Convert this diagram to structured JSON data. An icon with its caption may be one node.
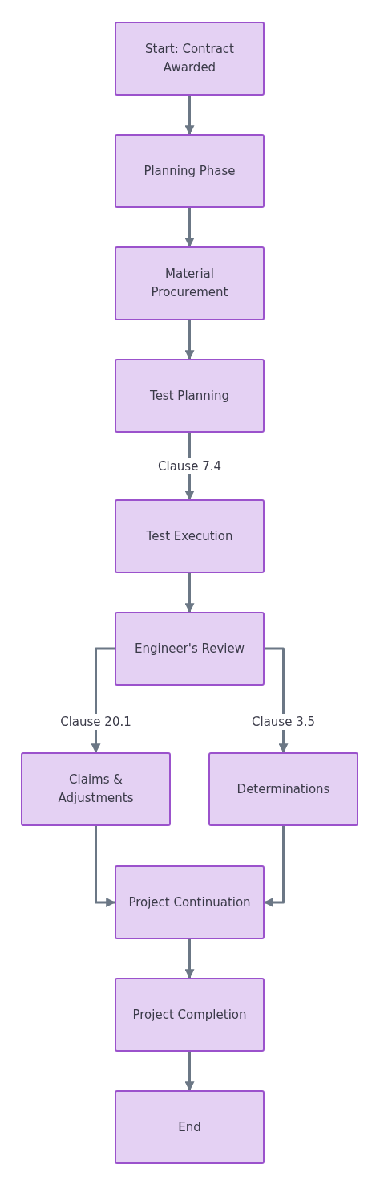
{
  "diagram": {
    "nodes": [
      {
        "text": [
          "Start: Contract Awarded"
        ]
      },
      {
        "text": [
          "Planning Phase"
        ]
      },
      {
        "text": [
          "Material Procurement"
        ]
      },
      {
        "text": [
          "Test Planning"
        ]
      },
      {
        "text": [
          "Test Execution"
        ]
      },
      {
        "text": [
          "Engineer's Review"
        ]
      },
      {
        "text": [
          "Claims & Adjustments"
        ]
      },
      {
        "text": [
          "Determinations"
        ]
      },
      {
        "text": [
          "Project Continuation"
        ]
      },
      {
        "text": [
          "Project Completion"
        ]
      },
      {
        "text": [
          "End"
        ]
      }
    ],
    "edges": [
      {
        "from": 0,
        "to": 1,
        "arrow": "to"
      },
      {
        "from": 1,
        "to": 2,
        "arrow": "to"
      },
      {
        "from": 2,
        "to": 3,
        "arrow": "to"
      },
      {
        "from": 3,
        "to": 4,
        "arrow": "to",
        "label": "Clause 7.4"
      },
      {
        "from": 4,
        "to": 5,
        "arrow": "to"
      },
      {
        "from": 5,
        "to": 6,
        "arrow": "to",
        "label": "Clause 20.1"
      },
      {
        "from": 5,
        "to": 7,
        "arrow": "to",
        "label": "Clause 3.5"
      },
      {
        "from": 6,
        "to": 8,
        "arrow": "to"
      },
      {
        "from": 7,
        "to": 8,
        "arrow": "to"
      },
      {
        "from": 8,
        "to": 9,
        "arrow": "to"
      },
      {
        "from": 9,
        "to": 10,
        "arrow": "to"
      }
    ]
  }
}
